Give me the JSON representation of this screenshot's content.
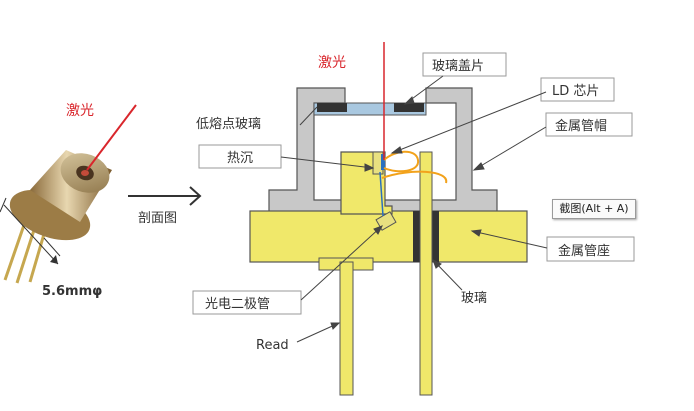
{
  "left_figure": {
    "laser_label": "激光",
    "dimension_label": "5.6mmφ",
    "arrow_label": "剖面图"
  },
  "diagram": {
    "laser_label": "激光",
    "labels": {
      "glass_cover": "玻璃盖片",
      "ld_chip": "LD 芯片",
      "low_melt_glass": "低熔点玻璃",
      "metal_cap": "金属管帽",
      "heat_sink": "热沉",
      "metal_base": "金属管座",
      "photodiode": "光电二极管",
      "glass": "玻璃",
      "read": "Read"
    },
    "colors": {
      "cap_gray": "#c8c8c8",
      "base_yellow": "#f0e86a",
      "laser_red": "#d9262c",
      "wire_orange": "#f2a21b",
      "glass_blue": "#a9c8e0"
    }
  },
  "tooltip": {
    "text": "截图(Alt + A)"
  }
}
